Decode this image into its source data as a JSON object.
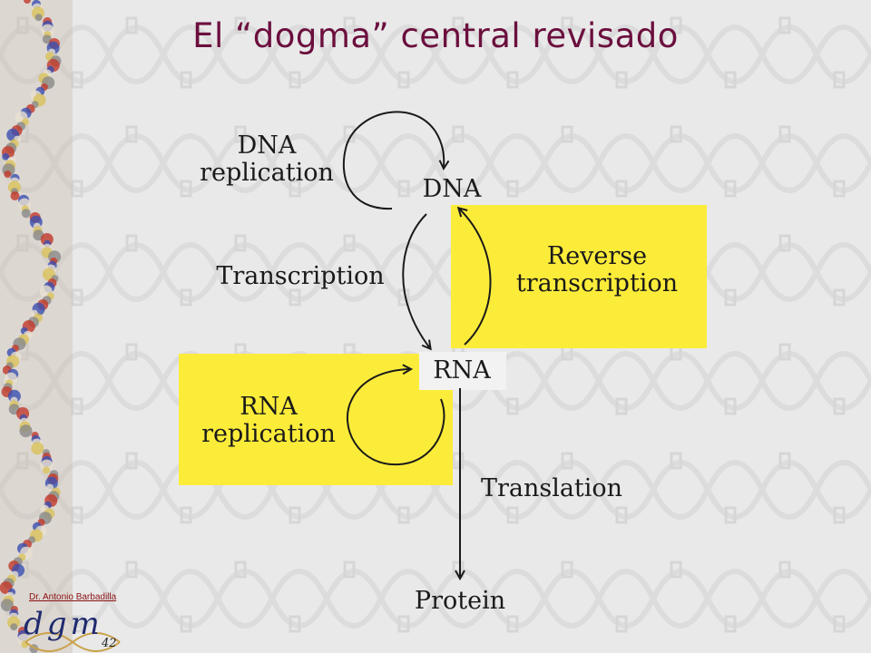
{
  "slide": {
    "title": "El “dogma” central revisado",
    "author": "Dr. Antonio Barbadilla",
    "logo_text": "dgm",
    "page_number": "42"
  },
  "diagram": {
    "nodes": {
      "dna": "DNA",
      "rna": "RNA",
      "protein": "Protein"
    },
    "processes": {
      "dna_replication": [
        "DNA",
        "replication"
      ],
      "transcription": "Transcription",
      "reverse_transcription": [
        "Reverse",
        "transcription"
      ],
      "rna_replication": [
        "RNA",
        "replication"
      ],
      "translation": "Translation"
    }
  },
  "colors": {
    "title": "#6b0f3e",
    "highlight_box": "#fcec3a",
    "author_link": "#8a1010"
  }
}
